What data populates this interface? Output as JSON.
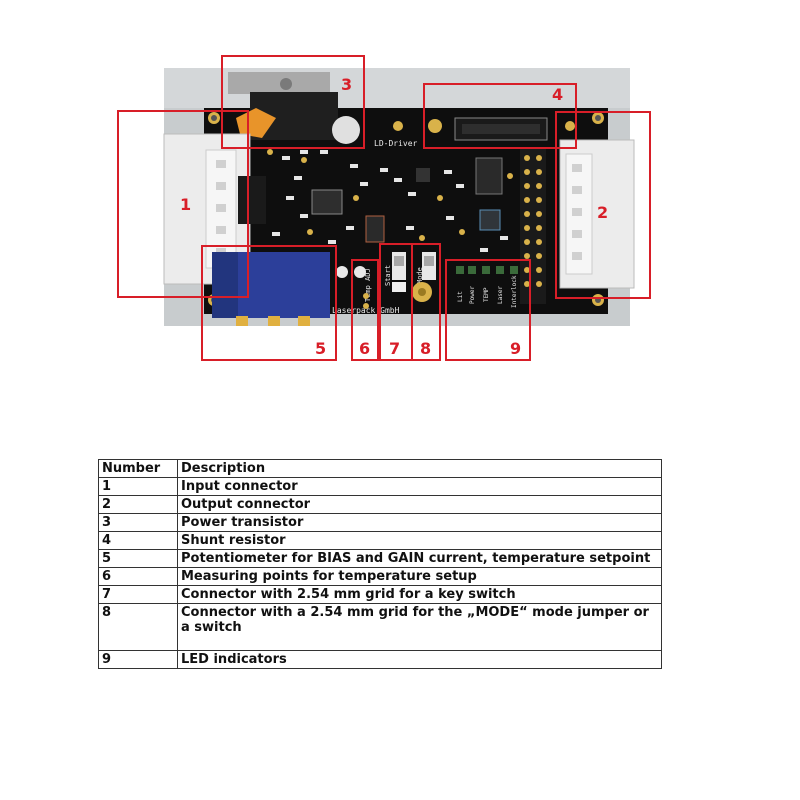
{
  "board": {
    "title": "LD-Driver",
    "maker": "Laserpack GmbH",
    "pad_labels": [
      "Start",
      "Mode"
    ],
    "temp_label": "Temp ADJ",
    "led_labels": [
      "Lit",
      "Power",
      "TEMP",
      "Laser",
      "Interlock"
    ]
  },
  "callouts": [
    {
      "id": "1"
    },
    {
      "id": "2"
    },
    {
      "id": "3"
    },
    {
      "id": "4"
    },
    {
      "id": "5"
    },
    {
      "id": "6"
    },
    {
      "id": "7"
    },
    {
      "id": "8"
    },
    {
      "id": "9"
    }
  ],
  "table": {
    "headers": [
      "Number",
      "Description"
    ],
    "rows": [
      {
        "number": "1",
        "description": "Input connector"
      },
      {
        "number": "2",
        "description": "Output connector"
      },
      {
        "number": "3",
        "description": "Power transistor"
      },
      {
        "number": "4",
        "description": "Shunt resistor"
      },
      {
        "number": "5",
        "description": "Potentiometer for BIAS and GAIN current, temperature setpoint"
      },
      {
        "number": "6",
        "description": "Measuring points for temperature setup"
      },
      {
        "number": "7",
        "description": "Connector with 2.54 mm grid for a key switch"
      },
      {
        "number": "8",
        "description": "Connector with a 2.54 mm grid for the „MODE“ mode jumper or a switch"
      },
      {
        "number": "9",
        "description": "LED indicators"
      }
    ]
  },
  "colors": {
    "callout": "#d81e28",
    "pcb": "#0e0e0e",
    "background_panel": "#c8ccce",
    "connector": "#ececec",
    "potentiometer": "#2c3f9a"
  }
}
